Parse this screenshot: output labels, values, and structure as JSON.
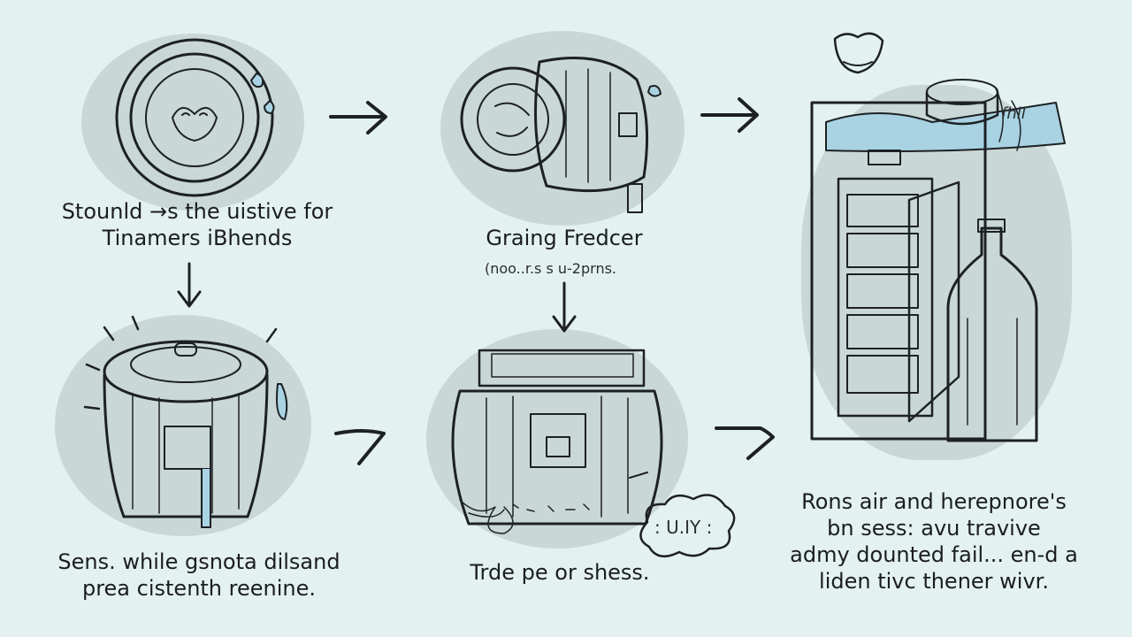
{
  "steps": [
    {
      "id": "drum",
      "caption_line1": "Stounld →s the uistive for",
      "caption_line2": "Tinamers iBhends"
    },
    {
      "id": "dryer",
      "caption_line1": "Graing Fredcer",
      "note": "(noo..r.s s u-2prns."
    },
    {
      "id": "tank",
      "caption_line1": "Sens. while gsnota dilsand",
      "caption_line2": "prea cistenth reenine."
    },
    {
      "id": "heater",
      "caption_line1": "Trde pe or shess.",
      "bubble_label": ": U.IY :"
    },
    {
      "id": "freezer",
      "caption_line1": "Rons air and herepnore's",
      "caption_line2": "bn sess: avu travive",
      "caption_line3": "admy dounted fail... en-d a",
      "caption_line4": "liden tivc  thener wivr.",
      "shelf_label": "fhll"
    }
  ],
  "colors": {
    "background": "#e4f1f1",
    "blob": "#c9d7d7",
    "ink": "#1d2124",
    "water_blue": "#a9d3e2",
    "accent_yellow": "#e9e08a"
  }
}
